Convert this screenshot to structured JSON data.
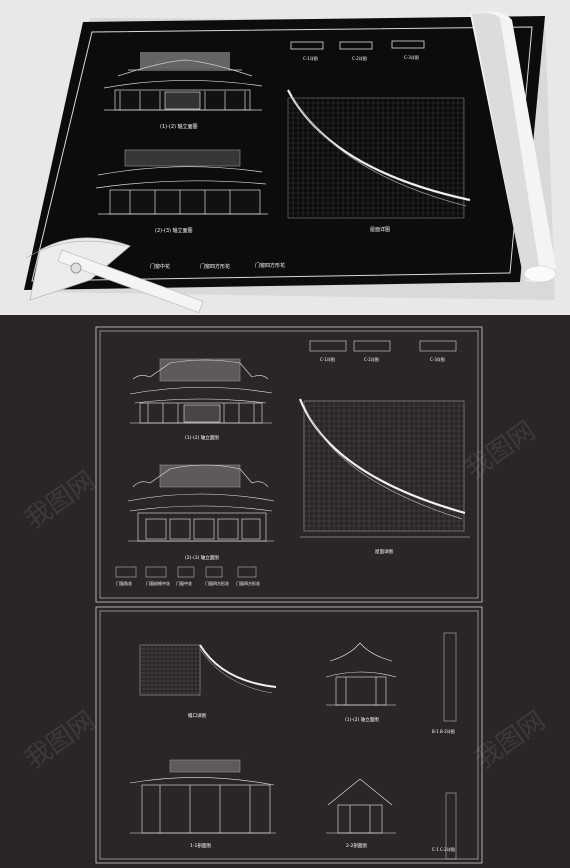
{
  "top_sheet": {
    "view1_caption": "(1)-(2) 轴立面图",
    "view2_caption": "(2)-(3) 轴立面图",
    "roof_caption": "屋面详图",
    "detail_labels": [
      "C-1详图",
      "C-2详图",
      "C-3详图"
    ],
    "legend_items": [
      "门窗角花",
      "门窗棂格中花",
      "门窗中花",
      "门窗四方形花",
      "门窗四方形花"
    ]
  },
  "bottom_sheet2": {
    "view3_caption": "檐口详图",
    "view4_caption": "(1)-(2) 轴立面图",
    "view5_caption": "1-1剖面图",
    "view6_caption": "2-2剖面图",
    "side_labels": [
      "B-1 B-2详图",
      "C-1 C-2详图"
    ]
  },
  "watermark": "我图网"
}
